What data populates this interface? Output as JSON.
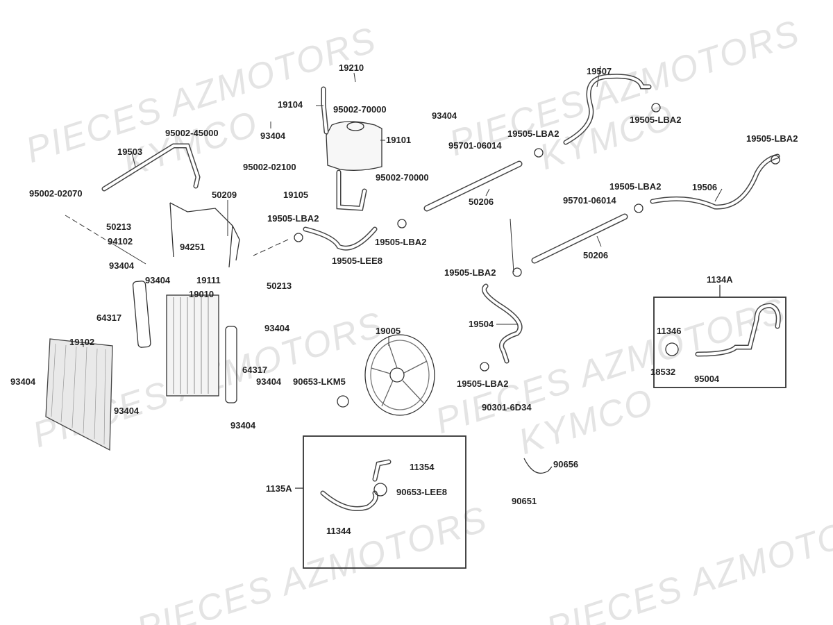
{
  "watermark": {
    "line1": "PIECES AZMOTORS",
    "line2": "KYMCO"
  },
  "labels": [
    "19210",
    "19104",
    "95002-70000",
    "93404",
    "19101",
    "95002-45000",
    "19503",
    "95002-02100",
    "95002-70000",
    "19105",
    "95002-02070",
    "50209",
    "50213",
    "94102",
    "93404",
    "94251",
    "93404",
    "19111",
    "50213",
    "19010",
    "64317",
    "93404",
    "19102",
    "64317",
    "93404",
    "93404",
    "93404",
    "93404",
    "19505-LBA2",
    "19505-LBA2",
    "19505-LEE8",
    "93404",
    "19507",
    "19505-LBA2",
    "19505-LBA2",
    "95701-06014",
    "19505-LBA2",
    "50206",
    "19505-LBA2",
    "19506",
    "95701-06014",
    "50206",
    "19505-LBA2",
    "19504",
    "19505-LBA2",
    "1134A",
    "11346",
    "18532",
    "95004",
    "19005",
    "90653-LKM5",
    "90301-6D34",
    "11354",
    "90653-LEE8",
    "1135A",
    "11344",
    "90656",
    "90651"
  ]
}
